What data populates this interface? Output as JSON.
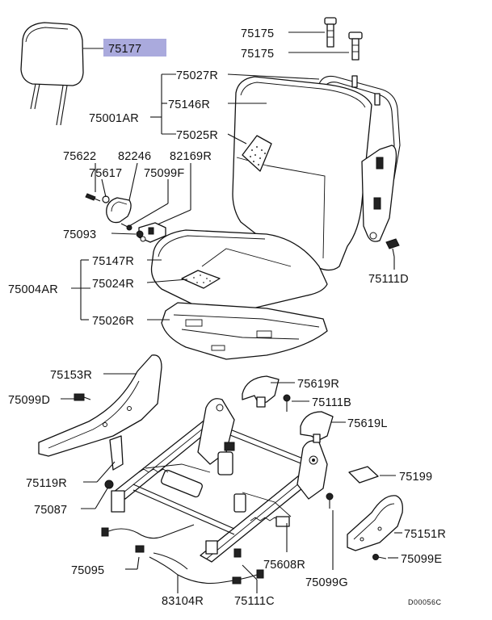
{
  "diagram": {
    "highlight_color": "#aaaadd",
    "callouts": {
      "c75177": "75177",
      "c75175a": "75175",
      "c75175b": "75175",
      "c75027R": "75027R",
      "c75001AR": "75001AR",
      "c75146R": "75146R",
      "c75025R": "75025R",
      "c75622": "75622",
      "c82246": "82246",
      "c82169R": "82169R",
      "c75617": "75617",
      "c75099F": "75099F",
      "c75093": "75093",
      "c75111D": "75111D",
      "c75147R": "75147R",
      "c75004AR": "75004AR",
      "c75024R": "75024R",
      "c75026R": "75026R",
      "c75153R": "75153R",
      "c75619R": "75619R",
      "c75099D": "75099D",
      "c75111B": "75111B",
      "c75619L": "75619L",
      "c75119R": "75119R",
      "c75199": "75199",
      "c75087": "75087",
      "c75151R": "75151R",
      "c75095": "75095",
      "c75608R": "75608R",
      "c75099E": "75099E",
      "c75099G": "75099G",
      "c83104R": "83104R",
      "c75111C": "75111C"
    },
    "drawing_code": "D00056C"
  }
}
